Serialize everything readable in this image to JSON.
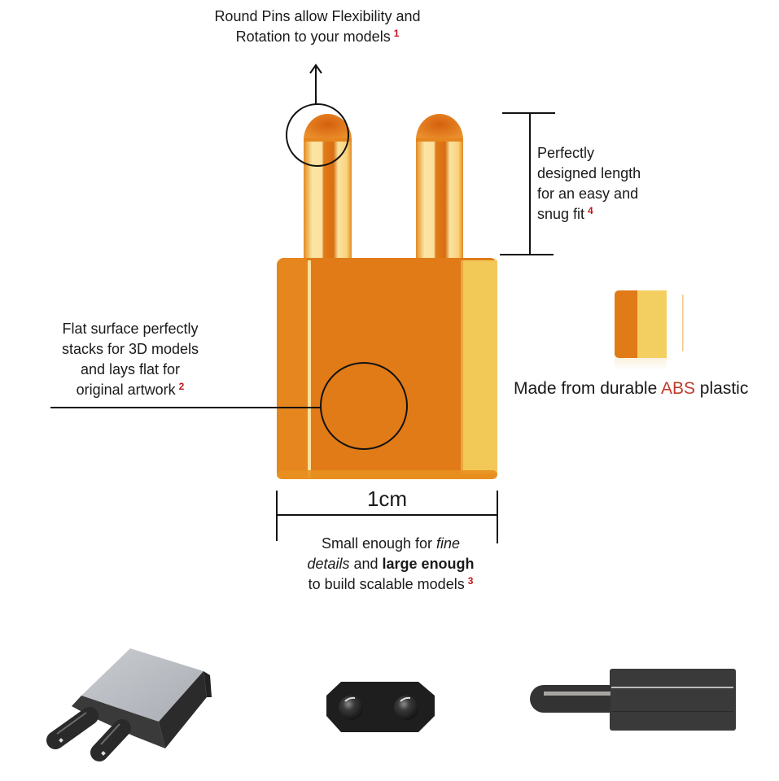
{
  "callouts": {
    "round_pins": {
      "line1": "Round Pins allow Flexibility and",
      "line2": "Rotation to your models",
      "footnote": "1"
    },
    "flat_surface": {
      "line1": "Flat surface perfectly",
      "line2": "stacks for 3D models",
      "line3": "and lays flat for",
      "line4": "original artwork",
      "footnote": "2"
    },
    "size": {
      "dimension_label": "1cm",
      "line1_plain": "Small enough for ",
      "line1_italic": "fine",
      "line2_italic": "details",
      "line2_plain": " and ",
      "line2_bold": "large enough",
      "line3": "to build scalable models",
      "footnote": "3"
    },
    "length": {
      "line1": "Perfectly",
      "line2": "designed length",
      "line3": "for an easy and",
      "line4": "snug fit",
      "footnote": "4"
    },
    "material": {
      "prefix": "Made from durable ",
      "highlight": "ABS",
      "suffix": " plastic"
    }
  },
  "colors": {
    "orange_main": "#e07b18",
    "orange_dark": "#d26a10",
    "orange_light": "#f2c857",
    "pin_highlight": "#fbe6a3",
    "footnote_red": "#c0161b",
    "abs_red": "#c0392b",
    "gray_dark": "#2f2f2f",
    "gray_top": "#b9bcc1"
  },
  "views": {
    "main": "orange-peg-front-view",
    "bottom": [
      "gray-peg-isometric-view",
      "gray-peg-end-view",
      "gray-peg-side-view"
    ]
  }
}
